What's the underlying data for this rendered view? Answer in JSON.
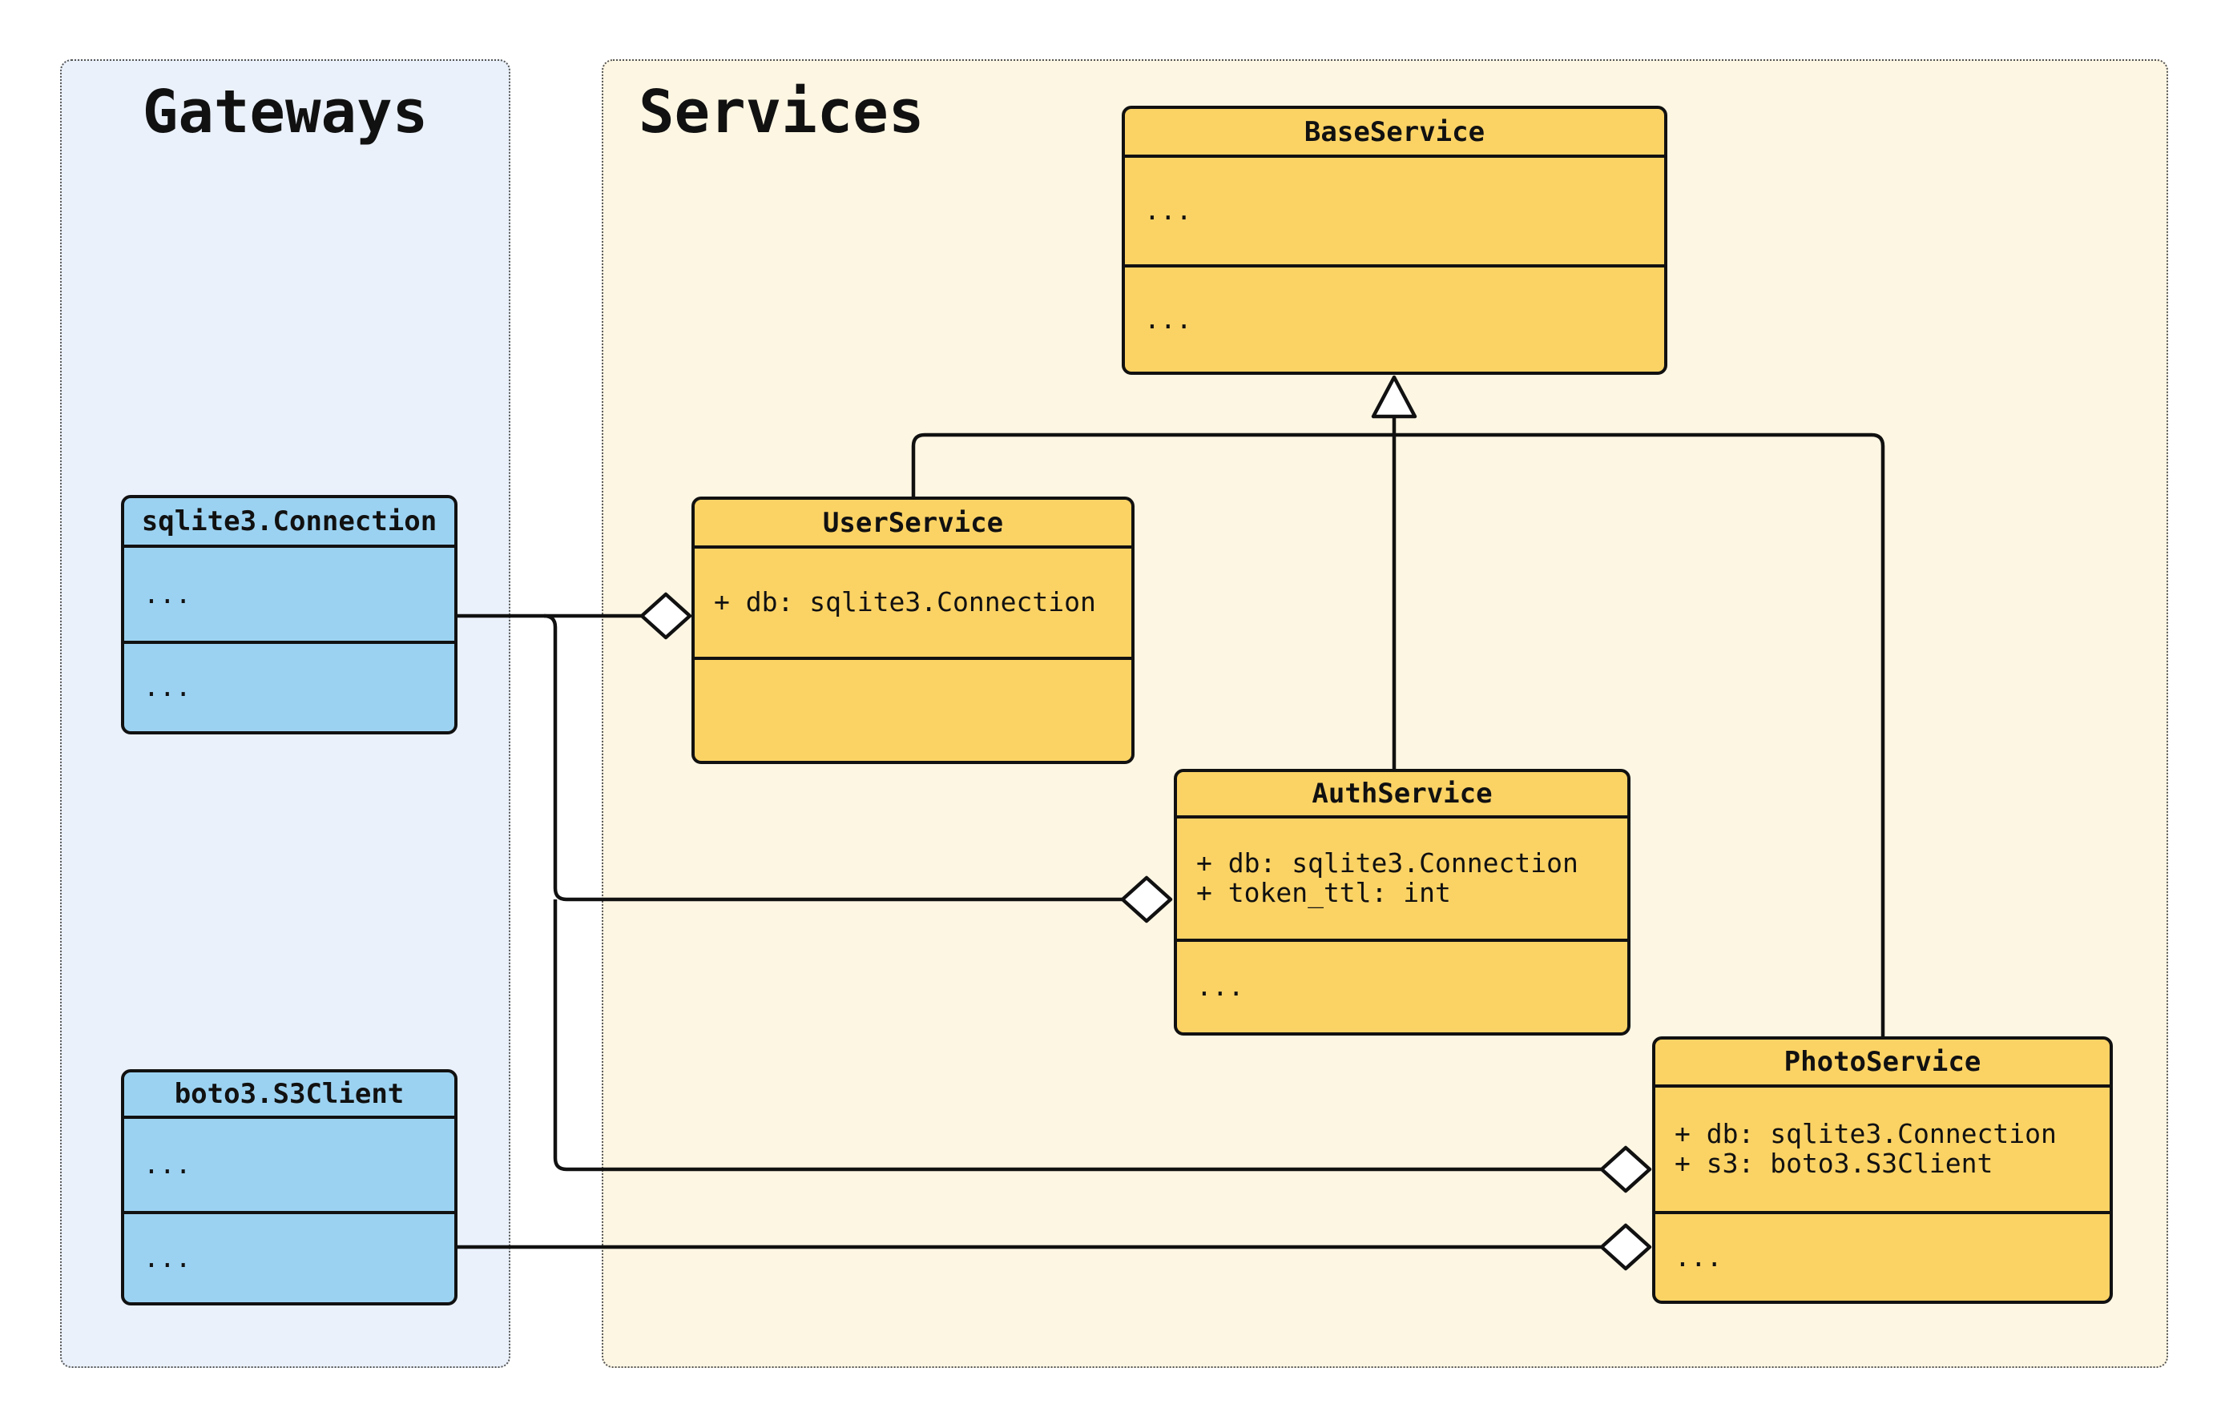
{
  "palette": {
    "line_color": "#111111",
    "gateway_box_fill": "#9cd2f1",
    "service_box_fill": "#fbd365",
    "gateways_panel_bg": "#eaf1fb",
    "services_panel_bg": "#fdf6e3",
    "panel_border_color": "#555555",
    "text_color": "#111111"
  },
  "panels": {
    "gateways": {
      "title": "Gateways"
    },
    "services": {
      "title": "Services"
    }
  },
  "classes": {
    "base_service": {
      "name": "BaseService",
      "attributes": [
        "..."
      ],
      "methods": [
        "..."
      ]
    },
    "user_service": {
      "name": "UserService",
      "attributes": [
        "+ db: sqlite3.Connection"
      ],
      "methods": []
    },
    "auth_service": {
      "name": "AuthService",
      "attributes": [
        "+ db: sqlite3.Connection",
        "+ token_ttl: int"
      ],
      "methods": [
        "..."
      ]
    },
    "photo_service": {
      "name": "PhotoService",
      "attributes": [
        "+ db: sqlite3.Connection",
        "+ s3: boto3.S3Client"
      ],
      "methods": [
        "..."
      ]
    },
    "sqlite3_connection": {
      "name": "sqlite3.Connection",
      "attributes": [
        "..."
      ],
      "methods": [
        "..."
      ]
    },
    "boto3_s3client": {
      "name": "boto3.S3Client",
      "attributes": [
        "..."
      ],
      "methods": [
        "..."
      ]
    }
  },
  "relationships": {
    "inheritance": [
      {
        "from": "UserService",
        "to": "BaseService"
      },
      {
        "from": "AuthService",
        "to": "BaseService"
      },
      {
        "from": "PhotoService",
        "to": "BaseService"
      }
    ],
    "aggregation": [
      {
        "whole": "UserService",
        "part": "sqlite3.Connection"
      },
      {
        "whole": "AuthService",
        "part": "sqlite3.Connection"
      },
      {
        "whole": "PhotoService",
        "part": "sqlite3.Connection"
      },
      {
        "whole": "PhotoService",
        "part": "boto3.S3Client"
      }
    ]
  }
}
